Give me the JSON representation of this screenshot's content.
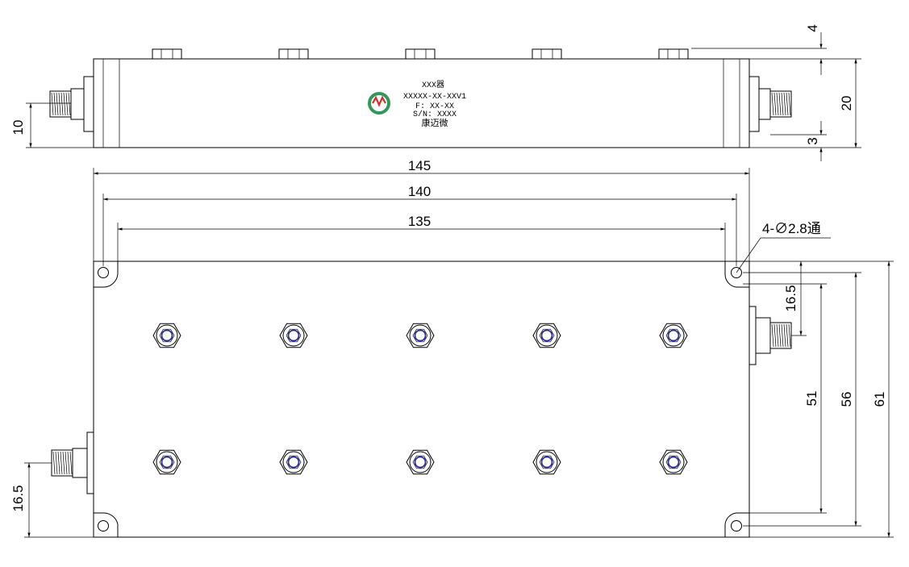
{
  "dimensions": {
    "d145": "145",
    "d140": "140",
    "d135": "135",
    "d4": "4",
    "d20": "20",
    "d3": "3",
    "d10": "10",
    "d16_5_right": "16.5",
    "d51": "51",
    "d56": "56",
    "d61": "61",
    "d16_5_left": "16.5",
    "holes": "4-∅2.8通"
  },
  "label": {
    "line1": "XXX器",
    "line2": "XXXXX-XX-XXV1",
    "line3": "F: XX-XX",
    "line4": "S/N: XXXX",
    "line5": "康迈微"
  },
  "logo": {
    "icon": "mw-logo-icon",
    "text": "MW",
    "ring_color": "#2e9a55",
    "mark_color": "#d52b2b"
  },
  "colors": {
    "tuning_screw_center": "#2a2aa8"
  }
}
